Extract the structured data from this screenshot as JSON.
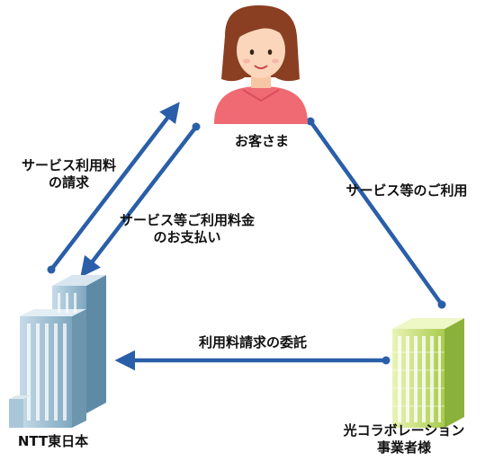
{
  "nodes": {
    "customer": {
      "label": "お客さま"
    },
    "ntt": {
      "label": "NTT東日本"
    },
    "partner": {
      "label_line1": "光コラボレーション",
      "label_line2": "事業者様"
    }
  },
  "arrows": {
    "billing": {
      "line1": "サービス利用料",
      "line2": "の請求"
    },
    "payment": {
      "line1": "サービス等ご利用料金",
      "line2": "のお支払い"
    },
    "usage": {
      "label": "サービス等のご利用"
    },
    "delegation": {
      "label": "利用料請求の委託"
    }
  },
  "colors": {
    "arrow": "#2a5ea8",
    "skin": "#fbd6bb",
    "hair": "#8a3f22",
    "shirt": "#ef6a73",
    "ntt_building": "#8fb3c9",
    "partner_building": "#c2dc6a"
  }
}
